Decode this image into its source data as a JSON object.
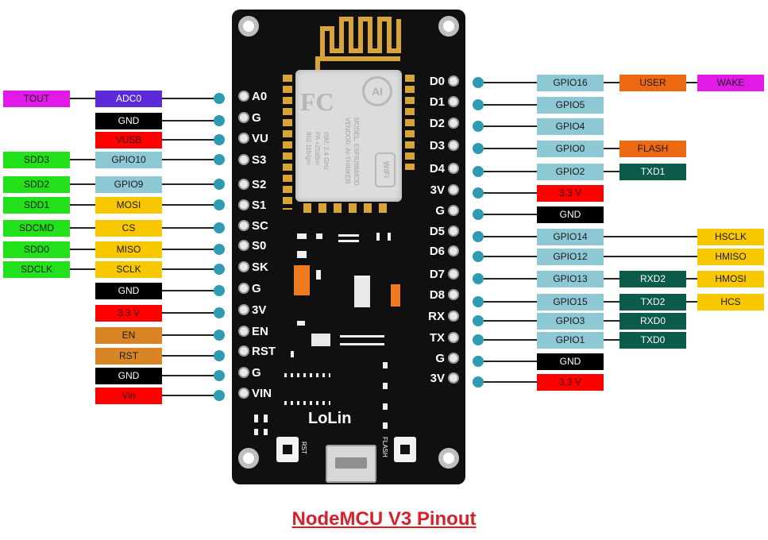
{
  "title": "NodeMCU V3 Pinout",
  "colors": {
    "power": "#ff0000",
    "ground": "#000000",
    "gpio": "#8ec8d4",
    "spi": "#f7c700",
    "sdio": "#22e01a",
    "uart": "#0b5a4a",
    "analog": "#5b2bd8",
    "system": "#d98525",
    "special": "#e21ae8",
    "user": "#ee6a12"
  },
  "board": {
    "module": {
      "model": "MODEL: ESP8266MOD",
      "vendor": "VENDOR: AI-THINKER",
      "ism": "ISM: 2.4 GHz",
      "pa": "PA +25dBm",
      "std": "802.11b/g/n",
      "logo": "AI",
      "wifi": "WiFi"
    },
    "brand": "LoLin",
    "rst_label": "RST",
    "flash_label": "FLASH",
    "left_pins": [
      "A0",
      "G",
      "VU",
      "S3",
      "S2",
      "S1",
      "SC",
      "S0",
      "SK",
      "G",
      "3V",
      "EN",
      "RST",
      "G",
      "VIN"
    ],
    "right_pins": [
      "D0",
      "D1",
      "D2",
      "D3",
      "D4",
      "3V",
      "G",
      "D5",
      "D6",
      "D7",
      "D8",
      "RX",
      "TX",
      "G",
      "3V"
    ]
  },
  "left_labels": [
    {
      "outer": {
        "text": "TOUT",
        "kind": "special"
      },
      "inner": {
        "text": "ADC0",
        "kind": "analog"
      }
    },
    {
      "inner": {
        "text": "GND",
        "kind": "ground"
      }
    },
    {
      "inner": {
        "text": "VUSB",
        "kind": "power"
      }
    },
    {
      "outer": {
        "text": "SDD3",
        "kind": "sdio"
      },
      "inner": {
        "text": "GPIO10",
        "kind": "gpio"
      }
    },
    {
      "outer": {
        "text": "SDD2",
        "kind": "sdio"
      },
      "inner": {
        "text": "GPIO9",
        "kind": "gpio"
      }
    },
    {
      "outer": {
        "text": "SDD1",
        "kind": "sdio"
      },
      "inner": {
        "text": "MOSI",
        "kind": "spi"
      }
    },
    {
      "outer": {
        "text": "SDCMD",
        "kind": "sdio"
      },
      "inner": {
        "text": "CS",
        "kind": "spi"
      }
    },
    {
      "outer": {
        "text": "SDD0",
        "kind": "sdio"
      },
      "inner": {
        "text": "MISO",
        "kind": "spi"
      }
    },
    {
      "outer": {
        "text": "SDCLK",
        "kind": "sdio"
      },
      "inner": {
        "text": "SCLK",
        "kind": "spi"
      }
    },
    {
      "inner": {
        "text": "GND",
        "kind": "ground"
      }
    },
    {
      "inner": {
        "text": "3.3 V",
        "kind": "power"
      }
    },
    {
      "inner": {
        "text": "EN",
        "kind": "system"
      }
    },
    {
      "inner": {
        "text": "RST",
        "kind": "system"
      }
    },
    {
      "inner": {
        "text": "GND",
        "kind": "ground"
      }
    },
    {
      "inner": {
        "text": "Vin",
        "kind": "power"
      }
    }
  ],
  "right_labels": [
    {
      "gpio": {
        "text": "GPIO16",
        "kind": "gpio"
      },
      "mid": {
        "text": "USER",
        "kind": "user"
      },
      "outer": {
        "text": "WAKE",
        "kind": "special"
      }
    },
    {
      "gpio": {
        "text": "GPIO5",
        "kind": "gpio"
      }
    },
    {
      "gpio": {
        "text": "GPIO4",
        "kind": "gpio"
      }
    },
    {
      "gpio": {
        "text": "GPIO0",
        "kind": "gpio"
      },
      "mid": {
        "text": "FLASH",
        "kind": "user"
      }
    },
    {
      "gpio": {
        "text": "GPIO2",
        "kind": "gpio"
      },
      "mid": {
        "text": "TXD1",
        "kind": "uart"
      }
    },
    {
      "gpio": {
        "text": "3.3 V",
        "kind": "power"
      }
    },
    {
      "gpio": {
        "text": "GND",
        "kind": "ground"
      }
    },
    {
      "gpio": {
        "text": "GPIO14",
        "kind": "gpio"
      },
      "outer": {
        "text": "HSCLK",
        "kind": "spi"
      }
    },
    {
      "gpio": {
        "text": "GPIO12",
        "kind": "gpio"
      },
      "outer": {
        "text": "HMISO",
        "kind": "spi"
      }
    },
    {
      "gpio": {
        "text": "GPIO13",
        "kind": "gpio"
      },
      "mid": {
        "text": "RXD2",
        "kind": "uart"
      },
      "outer": {
        "text": "HMOSI",
        "kind": "spi"
      }
    },
    {
      "gpio": {
        "text": "GPIO15",
        "kind": "gpio"
      },
      "mid": {
        "text": "TXD2",
        "kind": "uart"
      },
      "outer": {
        "text": "HCS",
        "kind": "spi"
      }
    },
    {
      "gpio": {
        "text": "GPIO3",
        "kind": "gpio"
      },
      "mid": {
        "text": "RXD0",
        "kind": "uart"
      }
    },
    {
      "gpio": {
        "text": "GPIO1",
        "kind": "gpio"
      },
      "mid": {
        "text": "TXD0",
        "kind": "uart"
      }
    },
    {
      "gpio": {
        "text": "GND",
        "kind": "ground"
      }
    },
    {
      "gpio": {
        "text": "3.3 V",
        "kind": "power"
      }
    }
  ]
}
